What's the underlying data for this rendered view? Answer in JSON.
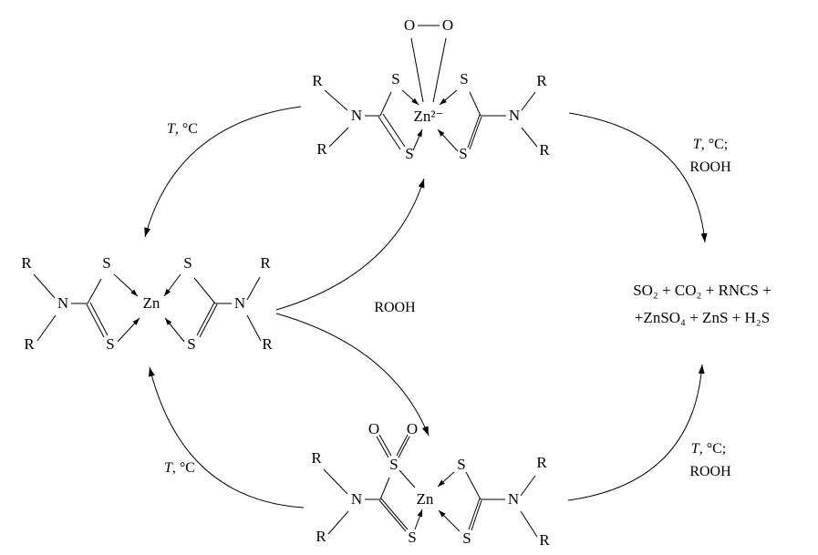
{
  "scheme": {
    "description": "Cyclic reaction scheme of zinc dithiocarbamate complexes with hydroperoxide (ROOH)",
    "colors": {
      "ink": "#000000",
      "background": "#ffffff"
    },
    "atoms": {
      "R": "R",
      "N": "N",
      "S": "S",
      "O": "O",
      "Zn": "Zn",
      "Zn_charged": "Zn²⁻"
    },
    "labels": {
      "T": "T",
      "temp_suffix": ", °C",
      "temp_suffix_semicolon": ", °C;",
      "rooh": "ROOH"
    },
    "products": {
      "line1": "SO₂ + CO₂ + RNCS +",
      "line2": "+ZnSO₄ + ZnS + H₂S"
    }
  }
}
